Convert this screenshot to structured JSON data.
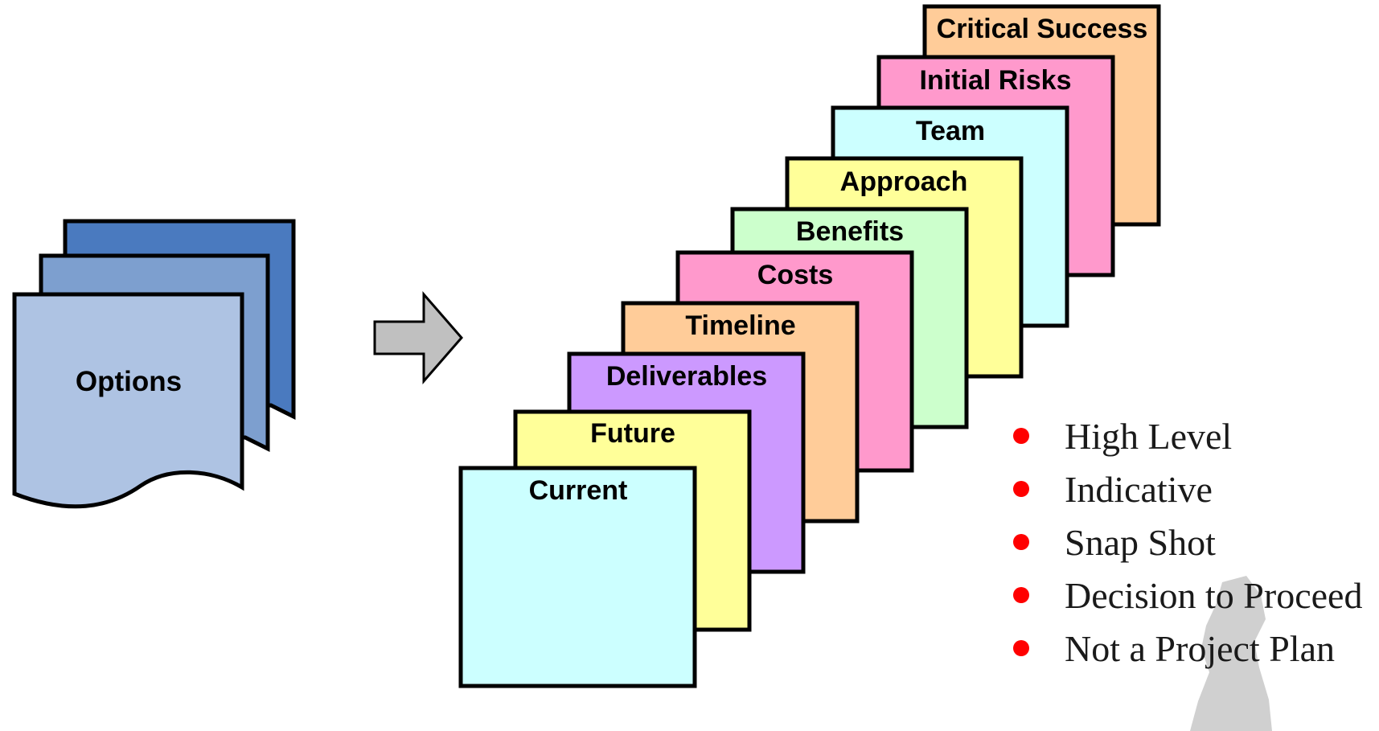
{
  "options": {
    "label": "Options"
  },
  "cards": [
    {
      "label": "Critical Success",
      "color": "#ffcc99"
    },
    {
      "label": "Initial Risks",
      "color": "#ff99cc"
    },
    {
      "label": "Team",
      "color": "#ccffff"
    },
    {
      "label": "Approach",
      "color": "#ffff99"
    },
    {
      "label": "Benefits",
      "color": "#ccffcc"
    },
    {
      "label": "Costs",
      "color": "#ff99cc"
    },
    {
      "label": "Timeline",
      "color": "#ffcc99"
    },
    {
      "label": "Deliverables",
      "color": "#cc99ff"
    },
    {
      "label": "Future",
      "color": "#ffff99"
    },
    {
      "label": "Current",
      "color": "#ccffff"
    }
  ],
  "bullets": [
    "High Level",
    "Indicative",
    "Snap Shot",
    "Decision to Proceed",
    "Not a Project Plan"
  ],
  "colors": {
    "bullet_dot": "#ff0000",
    "arrow_fill": "#c0c0c0",
    "options_back": "#4a7abf",
    "options_middle": "#7d9fcf",
    "options_front": "#aec3e3",
    "watermark": "#c8c8c8"
  }
}
